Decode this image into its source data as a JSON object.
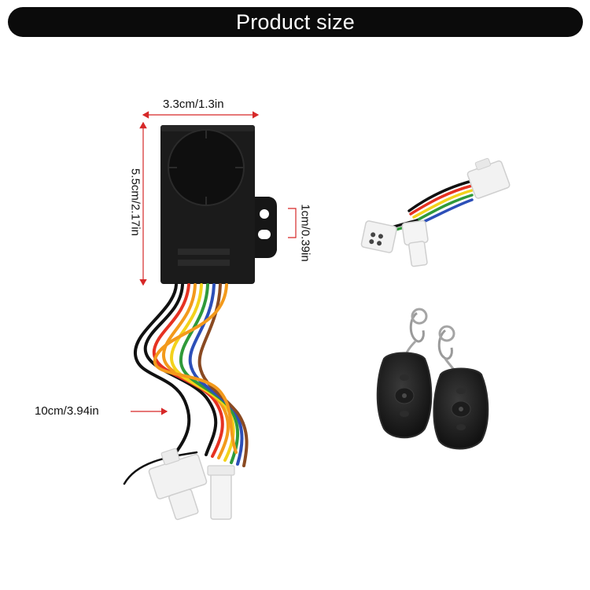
{
  "header": {
    "title": "Product size"
  },
  "dimensions": {
    "width": "3.3cm/1.3in",
    "height": "5.5cm/2.17in",
    "bracket": "1cm/0.39in",
    "wire_length": "10cm/3.94in"
  },
  "colors": {
    "title_bar": "#0b0b0b",
    "title_text": "#ffffff",
    "arrow": "#d62828",
    "device": "#1a1a1a",
    "wire_colors": [
      "#111111",
      "#e63222",
      "#f39a1c",
      "#f3d21b",
      "#2f9a3a",
      "#2c4fb8",
      "#8a4a22"
    ]
  }
}
